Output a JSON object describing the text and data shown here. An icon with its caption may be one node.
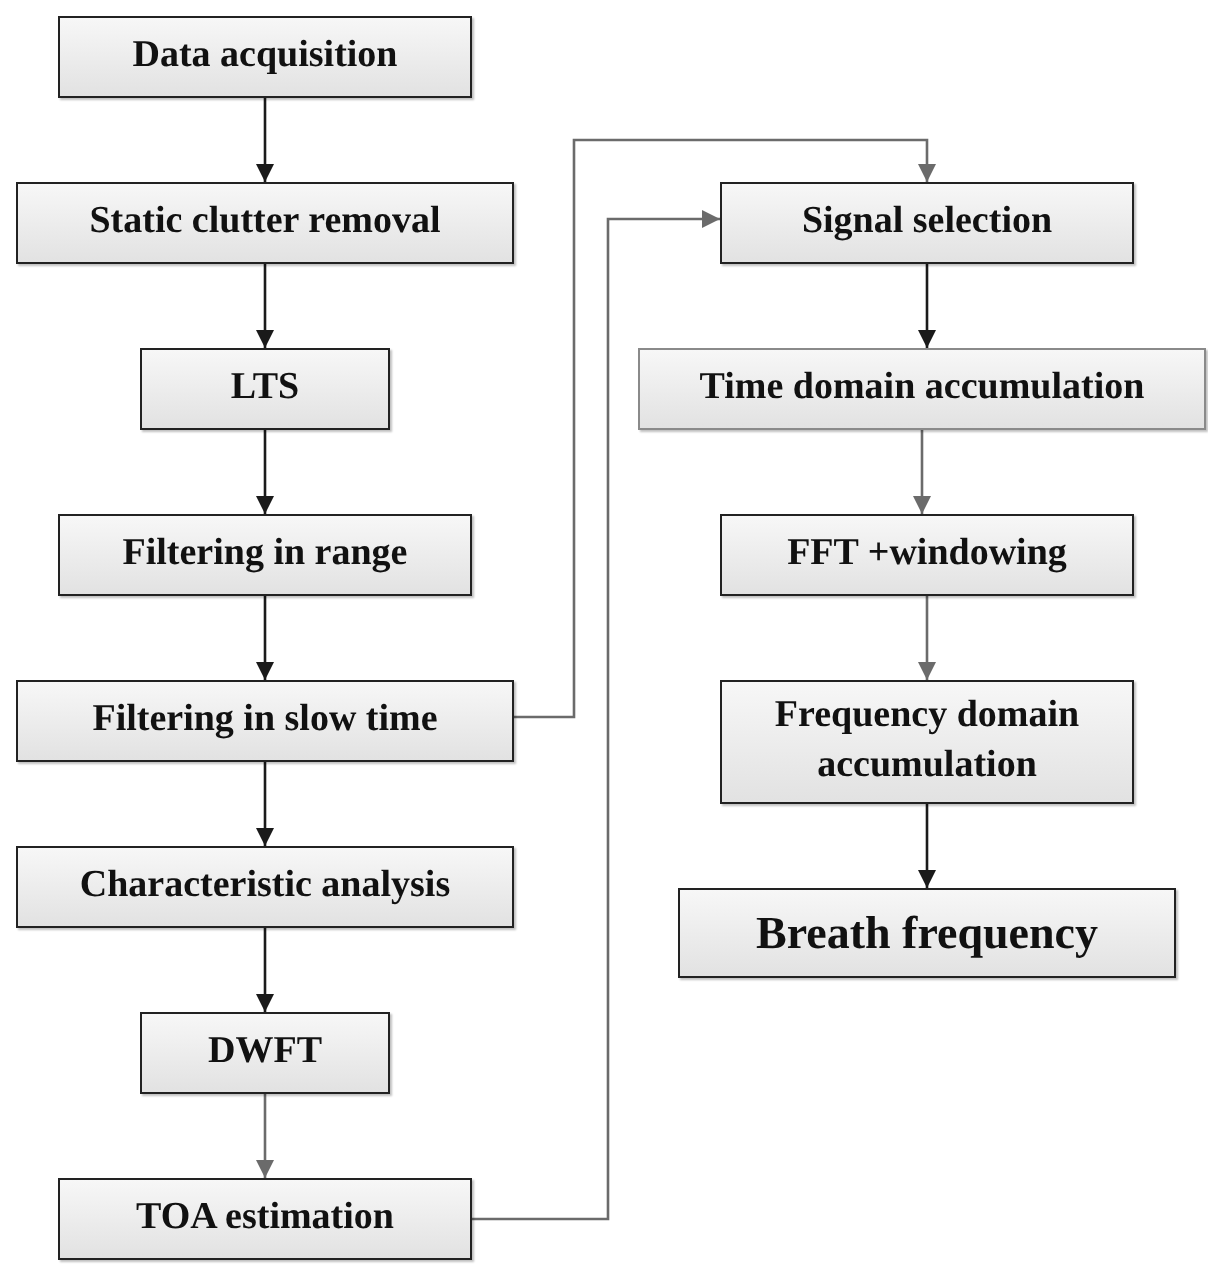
{
  "diagram": {
    "nodes": [
      {
        "text": [
          "Data acquisition"
        ]
      },
      {
        "text": [
          "Static clutter removal"
        ]
      },
      {
        "text": [
          "LTS"
        ]
      },
      {
        "text": [
          "Filtering in range"
        ]
      },
      {
        "text": [
          "Filtering in slow time"
        ]
      },
      {
        "text": [
          "Characteristic analysis"
        ]
      },
      {
        "text": [
          "DWFT"
        ]
      },
      {
        "text": [
          "TOA estimation"
        ]
      },
      {
        "text": [
          "Signal selection"
        ]
      },
      {
        "text": [
          "Time domain accumulation"
        ]
      },
      {
        "text": [
          "FFT +windowing"
        ]
      },
      {
        "text": [
          "Frequency domain accumulation"
        ]
      },
      {
        "text": [
          "Breath frequency"
        ]
      }
    ],
    "edges": [
      {
        "from": 0,
        "to": 1,
        "arrow": "to"
      },
      {
        "from": 1,
        "to": 2,
        "arrow": "to"
      },
      {
        "from": 2,
        "to": 3,
        "arrow": "to"
      },
      {
        "from": 3,
        "to": 4,
        "arrow": "to"
      },
      {
        "from": 4,
        "to": 5,
        "arrow": "to"
      },
      {
        "from": 5,
        "to": 6,
        "arrow": "to"
      },
      {
        "from": 6,
        "to": 7,
        "arrow": "to",
        "color": "#6b6b6b"
      },
      {
        "from": 4,
        "to": 8,
        "arrow": "to",
        "color": "#6b6b6b"
      },
      {
        "from": 7,
        "to": 8,
        "arrow": "to",
        "color": "#6b6b6b"
      },
      {
        "from": 8,
        "to": 9,
        "arrow": "to"
      },
      {
        "from": 9,
        "to": 10,
        "arrow": "to",
        "color": "#6b6b6b"
      },
      {
        "from": 10,
        "to": 11,
        "arrow": "to",
        "color": "#6b6b6b"
      },
      {
        "from": 11,
        "to": 12,
        "arrow": "to"
      }
    ]
  }
}
